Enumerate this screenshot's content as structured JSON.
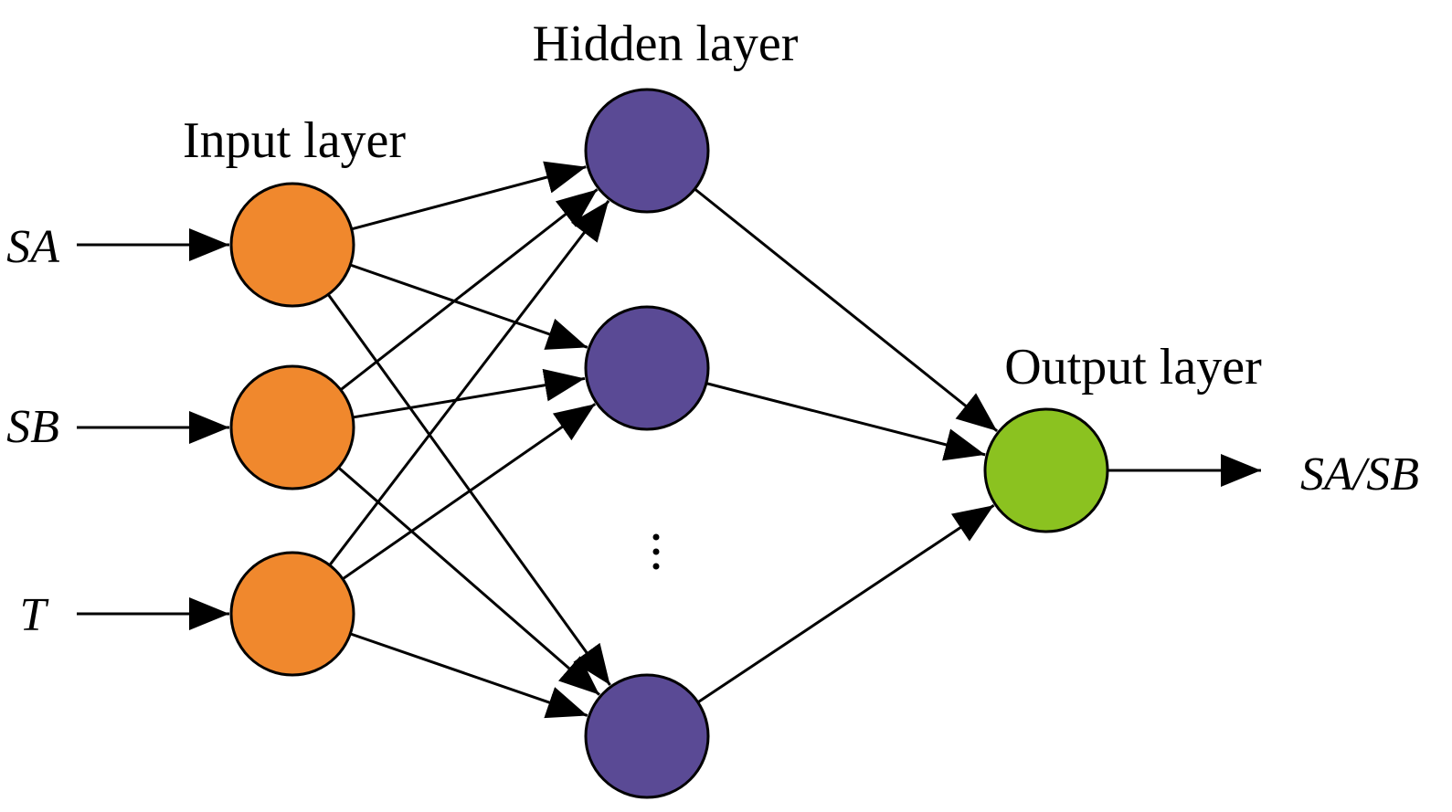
{
  "labels": {
    "input_layer": "Input layer",
    "hidden_layer": "Hidden layer",
    "output_layer": "Output layer"
  },
  "inputs": [
    "SA",
    "SB",
    "T"
  ],
  "output": "SA/SB",
  "hidden_ellipsis": "⋮",
  "colors": {
    "input_node": "#F0882D",
    "hidden_node": "#5A4A95",
    "output_node": "#8BC220",
    "stroke": "#000000"
  }
}
